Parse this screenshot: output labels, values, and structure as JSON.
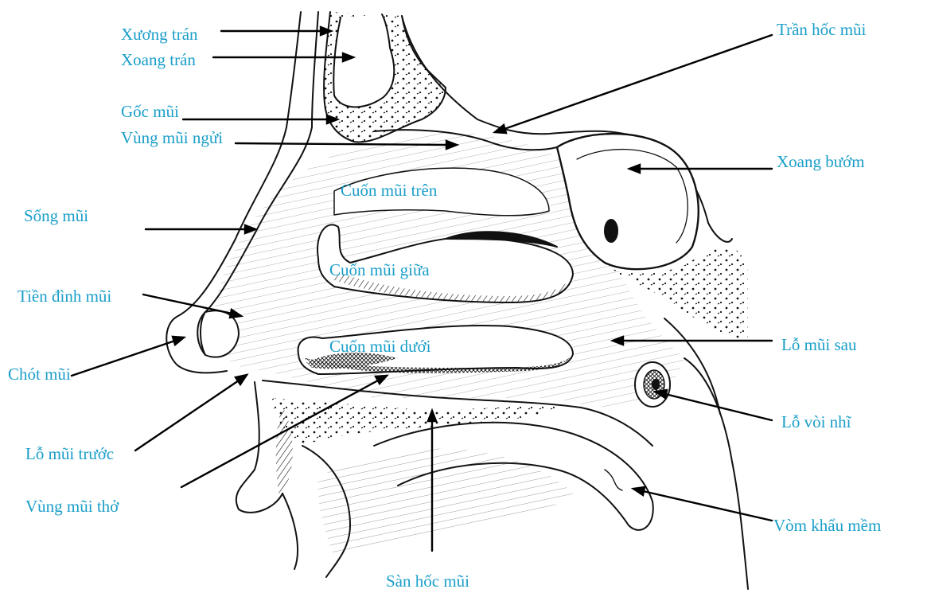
{
  "colors": {
    "label": "#1a9ec9",
    "leader": "#000000",
    "outline": "#111111"
  },
  "labels": {
    "xuong_tran": "Xương trán",
    "xoang_tran": "Xoang trán",
    "goc_mui": "Gốc mũi",
    "vung_mui_ngui": "Vùng mũi ngửi",
    "cuon_mui_tren": "Cuốn mũi trên",
    "song_mui": "Sống mũi",
    "cuon_mui_giua": "Cuốn mũi giữa",
    "tien_dinh_mui": "Tiền đình mũi",
    "cuon_mui_duoi": "Cuốn mũi dưới",
    "chot_mui": "Chót mũi",
    "lo_mui_truoc": "Lỗ mũi trước",
    "vung_mui_tho": "Vùng mũi thở",
    "tran_hoc_mui": "Trần hốc mũi",
    "xoang_buom": "Xoang bướm",
    "lo_mui_sau": "Lỗ mũi sau",
    "lo_voi_nhi": "Lỗ vòi nhĩ",
    "vom_khau_mem": "Vòm khẩu mềm",
    "san_hoc_mui": "Sàn hốc mũi"
  }
}
